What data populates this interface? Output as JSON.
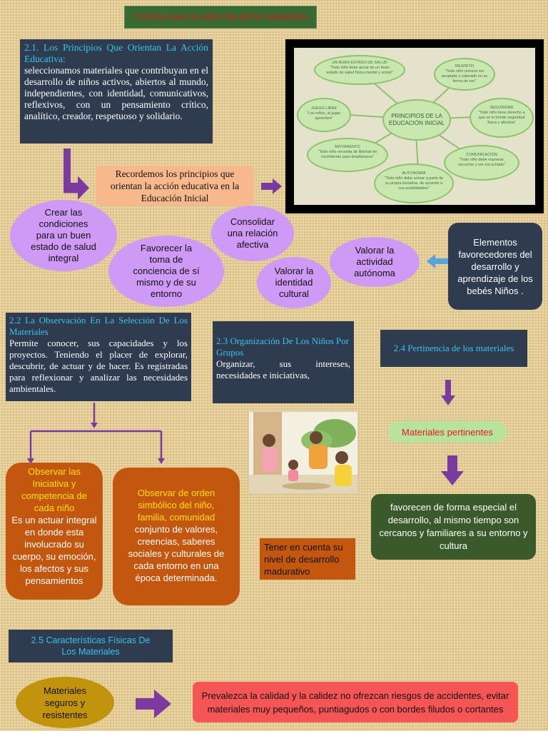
{
  "title": "Criterios para la selección de los materiales",
  "s21": {
    "heading": "2.1. Los Principios Que Orientan La Acción Educativa:",
    "body": "seleccionamos materiales que contribuyan en el desarrollo de niños activos, abiertos al mundo, independientes, con identidad, comunicativos, reflexivos, con un pensamiento crítico, analítico, creador, respetuoso y solidario."
  },
  "reminder": "Recordemos los principios que orientan la acción educativa en la Educación Inicial",
  "diagram": {
    "center": "PRINCIPIOS DE LA EDUCACIÓN INICIAL",
    "nodes": [
      {
        "title": "UN BUEN ESTADO DE SALUD",
        "text": "\"Todo niño debe gozar de un buen estado de salud física mental y social\""
      },
      {
        "title": "RESPETO",
        "text": "\"Todo niño merece ser aceptado y valorado en su forma de ser\""
      },
      {
        "title": "JUEGO LIBRE",
        "text": "\"Los niños, al jugar, aprenden\""
      },
      {
        "title": "SEGURIDAD",
        "text": "\"Todo niño tiene derecho a que se le brinde seguridad física y afectiva\""
      },
      {
        "title": "MOVIMIENTO",
        "text": "\"Todo niño necesita de libertad de movimiento para desplazarse\""
      },
      {
        "title": "COMUNICACIÓN",
        "text": "\"Todo niño debe expresar, escuchar y ser escuchado\""
      },
      {
        "title": "AUTONOMÍA",
        "text": "\"Todo niño debe actuar a partir de su propia iniciativa, de acuerdo a sus posibilidades\""
      }
    ]
  },
  "ovals": {
    "o1": "Crear las condiciones para un buen estado de salud integral",
    "o2": "Favorecer la toma de conciencia de sí mismo y de su entorno",
    "o3": "Consolidar una relación afectiva",
    "o4": "Valorar la identidad cultural",
    "o5": "Valorar la actividad autónoma"
  },
  "elementos": "Elementos favorecedores del desarrollo y aprendizaje de los bebés Niños .",
  "s22": {
    "heading": "2.2 La Observación En La Selección De Los Materiales",
    "body": "Permite conocer, sus capacidades y los proyectos. Teniendo el placer de explorar, descubrir, de actuar y de hacer. Es registradas para reflexionar y analizar las necesidades ambientales."
  },
  "s23": {
    "heading": "2.3 Organización De Los Niños Por Grupos",
    "body": "Organizar, sus intereses, necesidades e iniciativas,"
  },
  "s24": {
    "heading": "2.4 Pertinencia de los materiales"
  },
  "materiales_pertinentes": "Materiales pertinentes",
  "favorecen": "favorecen de forma especial el desarrollo, al mismo tiempo son cercanos y familiares a su entorno y cultura",
  "brown1": {
    "title": "Observar las Iniciativa y competencia de cada niño",
    "body": "Es un actuar integral en donde esta involucrado su cuerpo, su emoción, los afectos y sus pensamientos"
  },
  "brown2": {
    "title": "Observar de orden simbólico del niño, familia, comunidad",
    "body": "conjunto de valores, creencias, saberes sociales y culturales de cada entorno en una época determinada."
  },
  "tener": "Tener en cuenta su nivel de desarrollo madurativo",
  "s25": {
    "heading": "2.5 Características Físicas De Los Materiales"
  },
  "seguros": "Materiales seguros y resistentes",
  "prevalezca": "Prevalezca la calidad y la calidez no ofrezcan riesgos de accidentes, evitar materiales muy pequeños, puntiagudos o con bordes filudos o cortantes",
  "colors": {
    "purple": "#cf9af5",
    "navy": "#2f3b4e",
    "brown": "#c4570f",
    "green_dark": "#3a5a2b",
    "red_box": "#f55555",
    "arrow": "#7a3aa0"
  }
}
